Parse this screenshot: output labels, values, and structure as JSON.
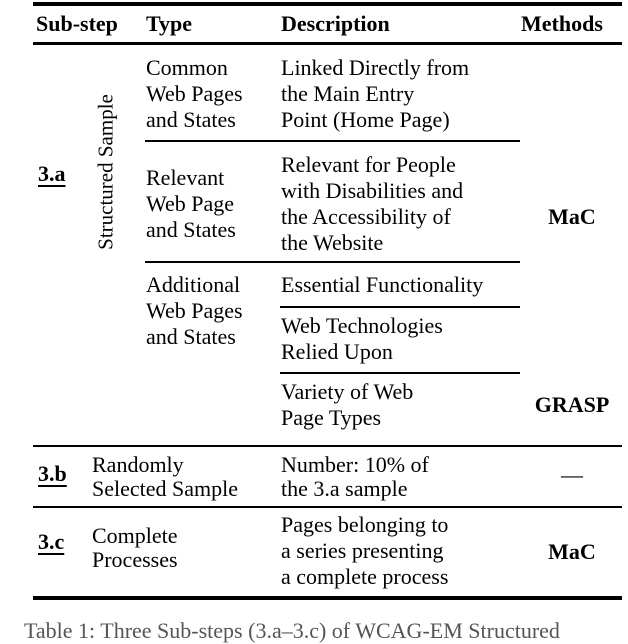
{
  "header": {
    "substep": "Sub-step",
    "type": "Type",
    "description": "Description",
    "methods": "Methods"
  },
  "group3a": {
    "substep": "3.a",
    "rotated_label": "Structured Sample",
    "row_common": {
      "type": "Common\nWeb Pages\nand States",
      "description": "Linked Directly from\nthe Main Entry\nPoint (Home Page)"
    },
    "row_relevant": {
      "type": "Relevant\nWeb Page\nand States",
      "description": "Relevant for People\nwith Disabilities and\nthe Accessibility of\nthe Website",
      "method": "MaC"
    },
    "row_additional": {
      "type": "Additional\nWeb Pages\nand States",
      "desc_essential": "Essential Functionality",
      "desc_webtech": "Web Technologies\nRelied Upon",
      "desc_variety": "Variety of Web\nPage Types",
      "method_variety": "GRASP"
    }
  },
  "row3b": {
    "substep": "3.b",
    "type": "Randomly\nSelected Sample",
    "description": "Number: 10% of\nthe 3.a sample",
    "method": "—"
  },
  "row3c": {
    "substep": "3.c",
    "type": "Complete\nProcesses",
    "description": "Pages belonging to\na series presenting\na complete process",
    "method": "MaC"
  },
  "caption_partial": "Table 1: Three Sub-steps (3.a–3.c) of WCAG-EM Structured",
  "colors": {
    "text": "#000000",
    "background": "#ffffff",
    "rule": "#000000"
  }
}
